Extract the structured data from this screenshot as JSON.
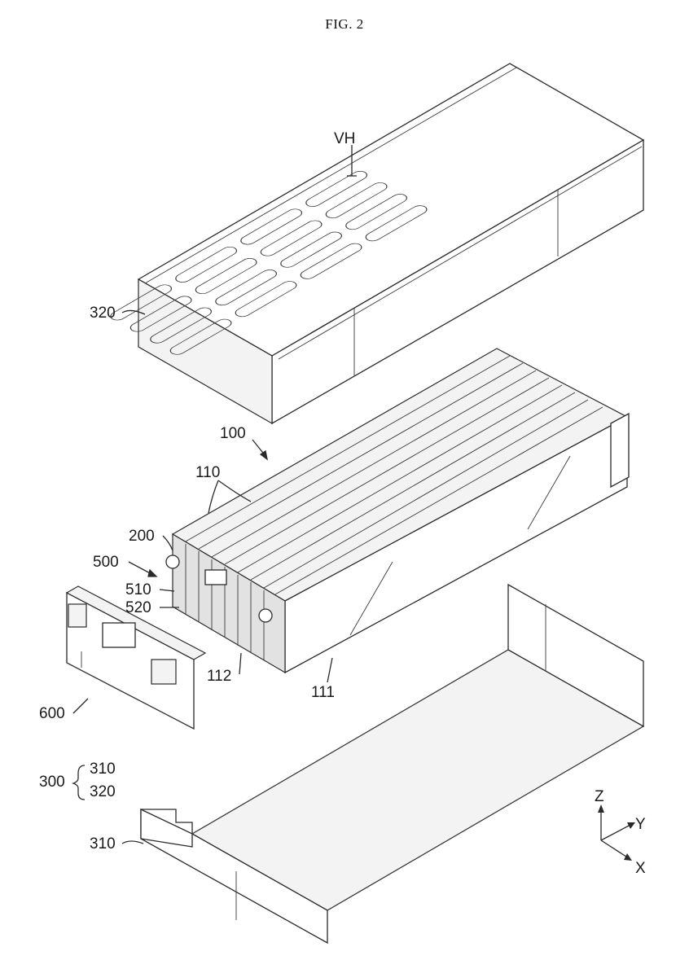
{
  "figure": {
    "title": "FIG. 2"
  },
  "labels": {
    "vh": "VH",
    "upper_cover": "320",
    "cell_stack": "100",
    "cells": "110",
    "busbar_frame": "200",
    "connector_group": "500",
    "part_510": "510",
    "part_520": "520",
    "cell_edge": "112",
    "cell_face": "111",
    "end_plate": "600",
    "housing": "300",
    "housing_lower": "310",
    "housing_upper": "320",
    "lower_cover": "310"
  },
  "axes": {
    "z": "Z",
    "y": "Y",
    "x": "X"
  },
  "colors": {
    "line": "#2a2a2a",
    "background": "#ffffff"
  }
}
